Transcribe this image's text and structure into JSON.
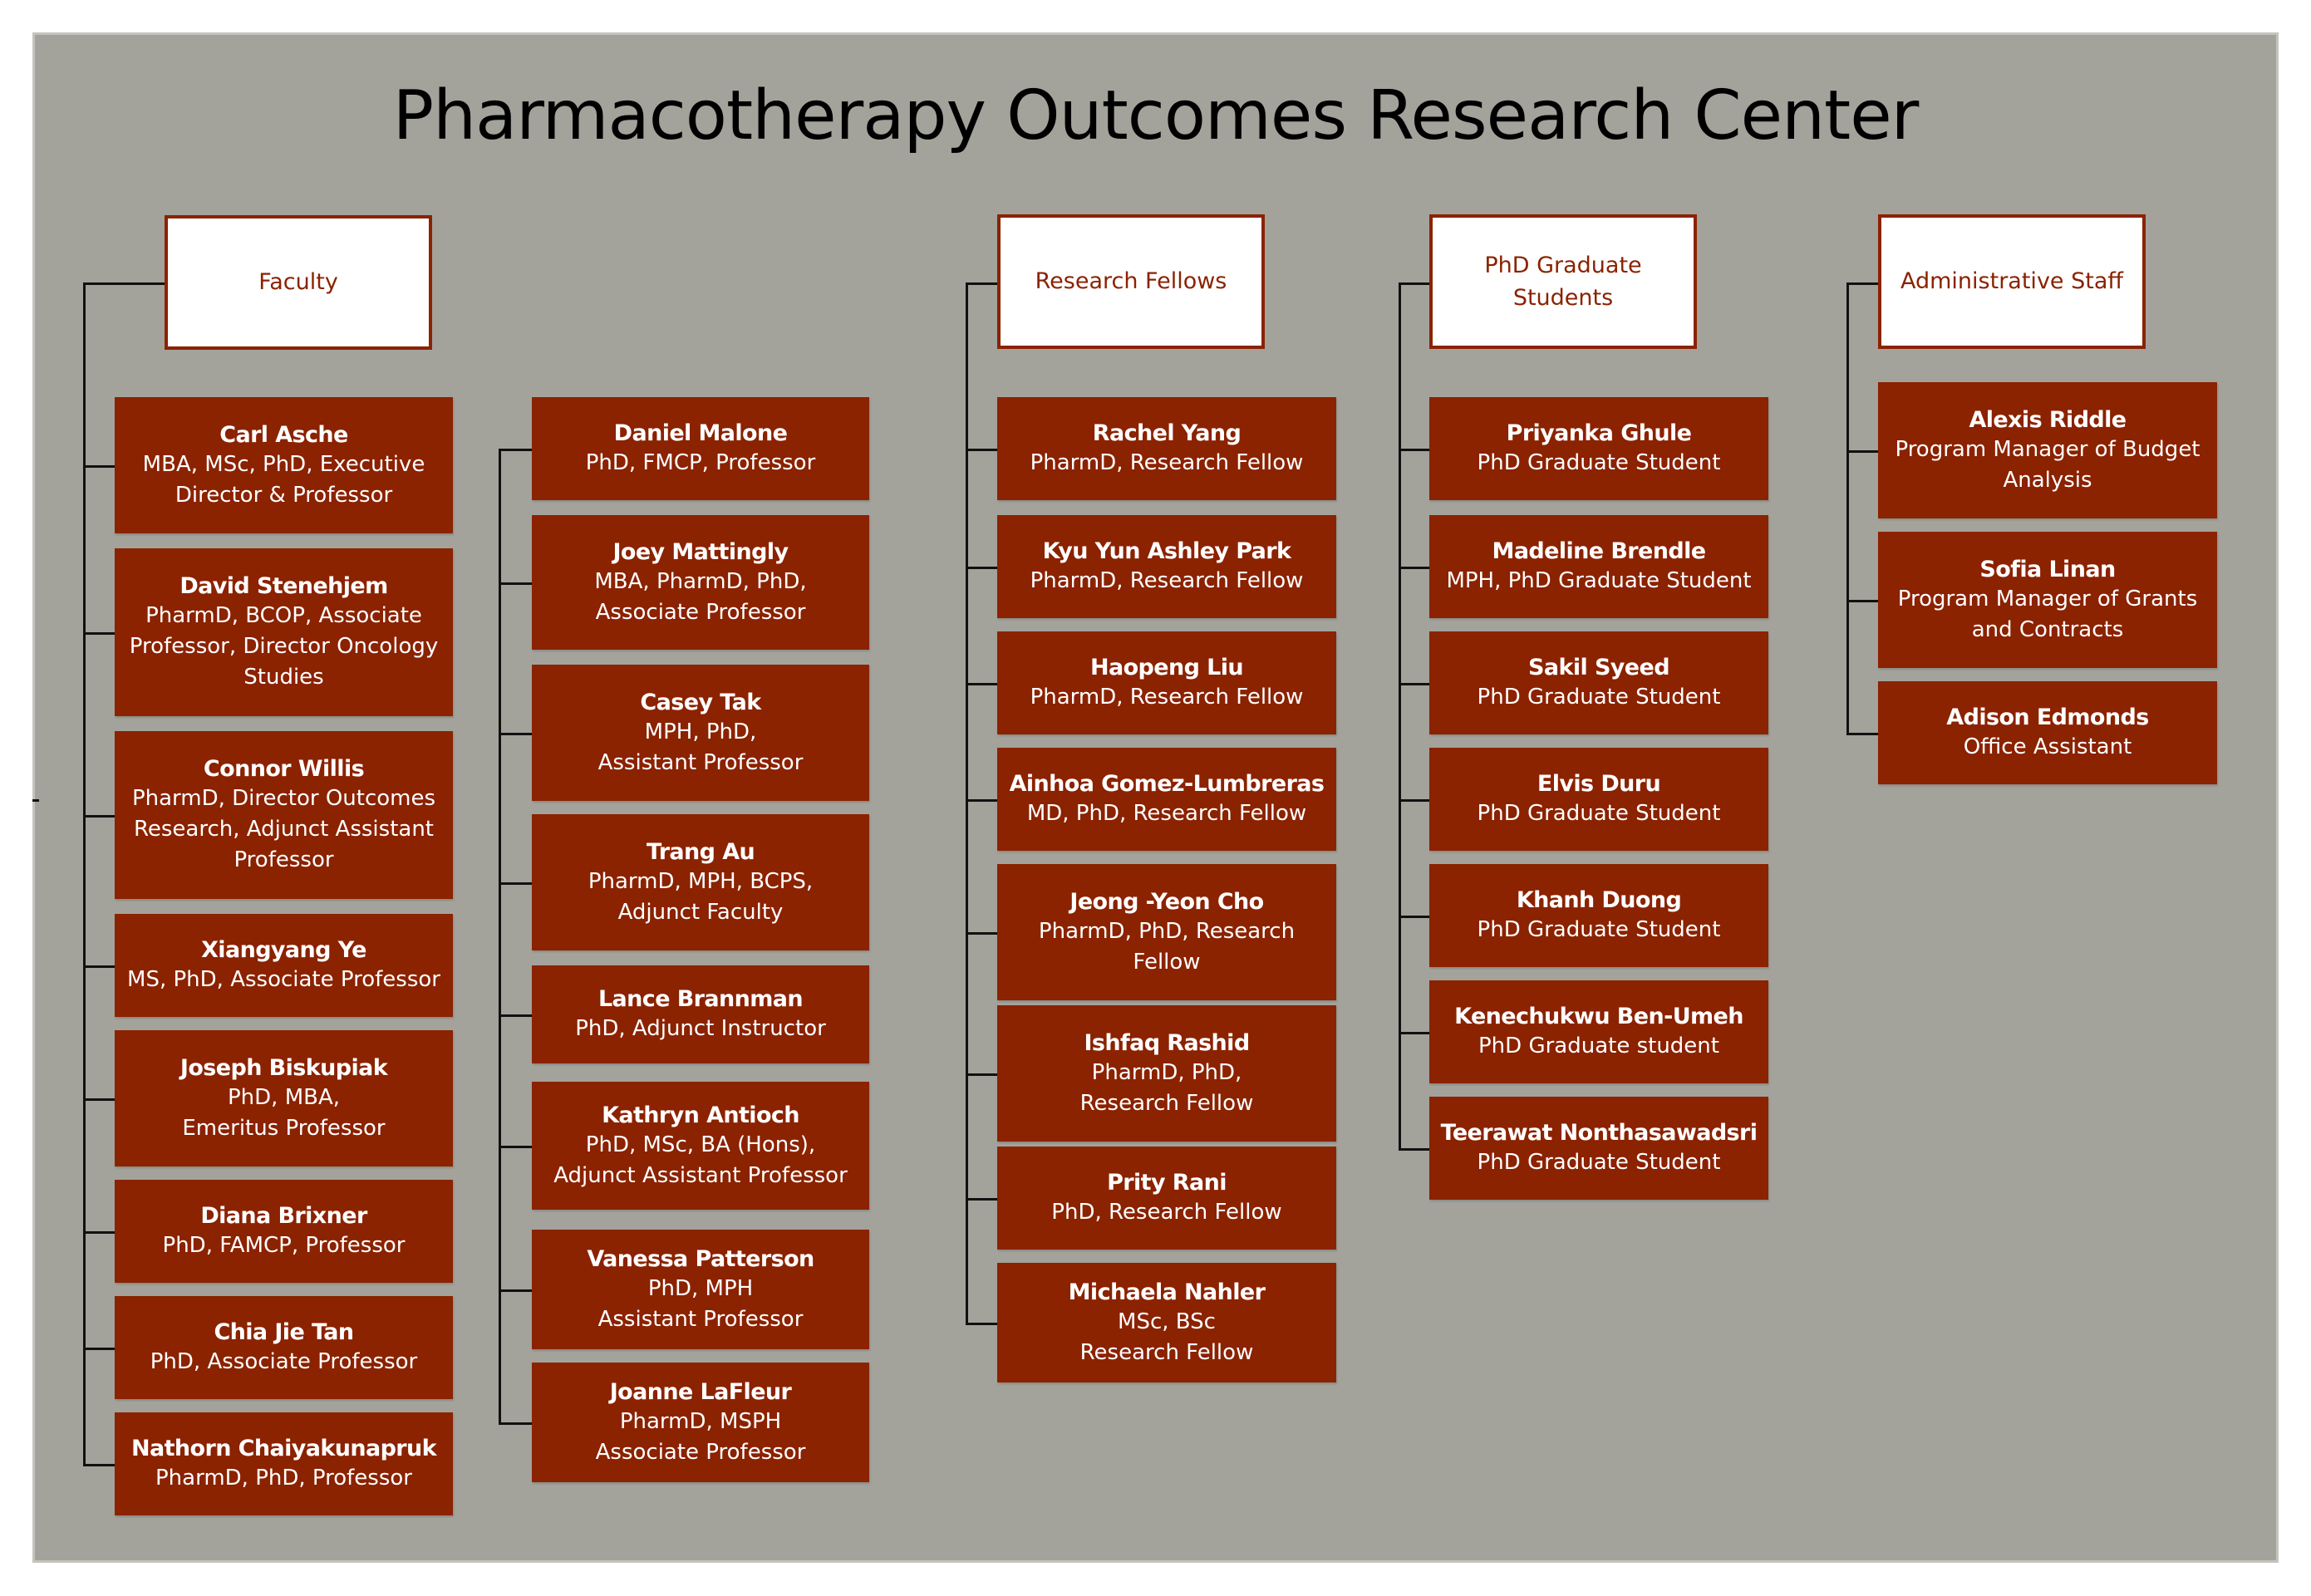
{
  "title": "Pharmacotherapy Outcomes Research Center",
  "colors": {
    "background": "#a3a39b",
    "card": "#8b2200",
    "card_text": "#ffffff",
    "header_border": "#8b2200"
  },
  "headers": {
    "faculty": "Faculty",
    "fellows": "Research Fellows",
    "phd_line1": "PhD Graduate",
    "phd_line2": "Students",
    "admin": "Administrative Staff"
  },
  "faculty_a": [
    {
      "name": "Carl Asche",
      "desc": [
        "MBA, MSc, PhD, Executive",
        "Director & Professor"
      ]
    },
    {
      "name": "David Stenehjem",
      "desc": [
        "PharmD, BCOP, Associate",
        "Professor, Director Oncology",
        "Studies"
      ]
    },
    {
      "name": "Connor Willis",
      "desc": [
        "PharmD, Director Outcomes",
        "Research, Adjunct Assistant",
        "Professor"
      ]
    },
    {
      "name": "Xiangyang Ye",
      "desc": [
        "MS, PhD, Associate Professor"
      ]
    },
    {
      "name": "Joseph Biskupiak",
      "desc": [
        "PhD, MBA,",
        "Emeritus Professor"
      ]
    },
    {
      "name": "Diana Brixner",
      "desc": [
        "PhD, FAMCP,  Professor"
      ]
    },
    {
      "name": "Chia Jie Tan",
      "desc": [
        "PhD, Associate Professor"
      ]
    },
    {
      "name": "Nathorn Chaiyakunapruk",
      "desc": [
        "PharmD, PhD, Professor"
      ]
    }
  ],
  "faculty_b": [
    {
      "name": "Daniel Malone",
      "desc": [
        "PhD, FMCP, Professor"
      ]
    },
    {
      "name": "Joey Mattingly",
      "desc": [
        "MBA, PharmD, PhD,",
        "Associate Professor"
      ]
    },
    {
      "name": "Casey Tak",
      "desc": [
        "MPH, PhD,",
        "Assistant Professor"
      ]
    },
    {
      "name": "Trang Au",
      "desc": [
        "PharmD, MPH, BCPS,",
        "Adjunct Faculty"
      ]
    },
    {
      "name": "Lance Brannman",
      "desc": [
        "PhD, Adjunct Instructor"
      ]
    },
    {
      "name": "Kathryn Antioch",
      "desc": [
        "PhD, MSc, BA (Hons),",
        "Adjunct Assistant Professor"
      ]
    },
    {
      "name": "Vanessa Patterson",
      "desc": [
        "PhD, MPH",
        "Assistant Professor"
      ]
    },
    {
      "name": "Joanne LaFleur",
      "desc": [
        "PharmD, MSPH",
        "Associate Professor"
      ]
    }
  ],
  "fellows": [
    {
      "name": "Rachel Yang",
      "desc": [
        "PharmD, Research Fellow"
      ]
    },
    {
      "name": "Kyu Yun Ashley Park",
      "desc": [
        "PharmD, Research Fellow"
      ]
    },
    {
      "name": "Haopeng Liu",
      "desc": [
        "PharmD, Research Fellow"
      ]
    },
    {
      "name": "Ainhoa Gomez-Lumbreras",
      "desc": [
        "MD, PhD, Research Fellow"
      ]
    },
    {
      "name": "Jeong -Yeon  Cho",
      "desc": [
        "PharmD, PhD, Research",
        "Fellow"
      ]
    },
    {
      "name": "Ishfaq Rashid",
      "desc": [
        "PharmD, PhD,",
        "Research Fellow"
      ]
    },
    {
      "name": "Prity Rani",
      "desc": [
        "PhD, Research Fellow"
      ]
    },
    {
      "name": "Michaela  Nahler",
      "desc": [
        "MSc, BSc",
        "Research Fellow"
      ]
    }
  ],
  "phd": [
    {
      "name": "Priyanka Ghule",
      "desc": [
        "PhD Graduate Student"
      ]
    },
    {
      "name": "Madeline Brendle",
      "desc": [
        "MPH, PhD Graduate Student"
      ]
    },
    {
      "name": "Sakil Syeed",
      "desc": [
        "PhD Graduate Student"
      ]
    },
    {
      "name": "Elvis Duru",
      "desc": [
        "PhD Graduate Student"
      ]
    },
    {
      "name": "Khanh Duong",
      "desc": [
        "PhD Graduate Student"
      ]
    },
    {
      "name": "Kenechukwu Ben-Umeh",
      "desc": [
        "PhD Graduate student"
      ]
    },
    {
      "name": "Teerawat  Nonthasawadsri",
      "desc": [
        "PhD Graduate Student"
      ]
    }
  ],
  "admin": [
    {
      "name": "Alexis Riddle",
      "desc": [
        "Program Manager of Budget",
        "Analysis"
      ]
    },
    {
      "name": "Sofia Linan",
      "desc": [
        "Program Manager of Grants",
        "and Contracts"
      ]
    },
    {
      "name": "Adison Edmonds",
      "desc": [
        "Office Assistant"
      ]
    }
  ]
}
